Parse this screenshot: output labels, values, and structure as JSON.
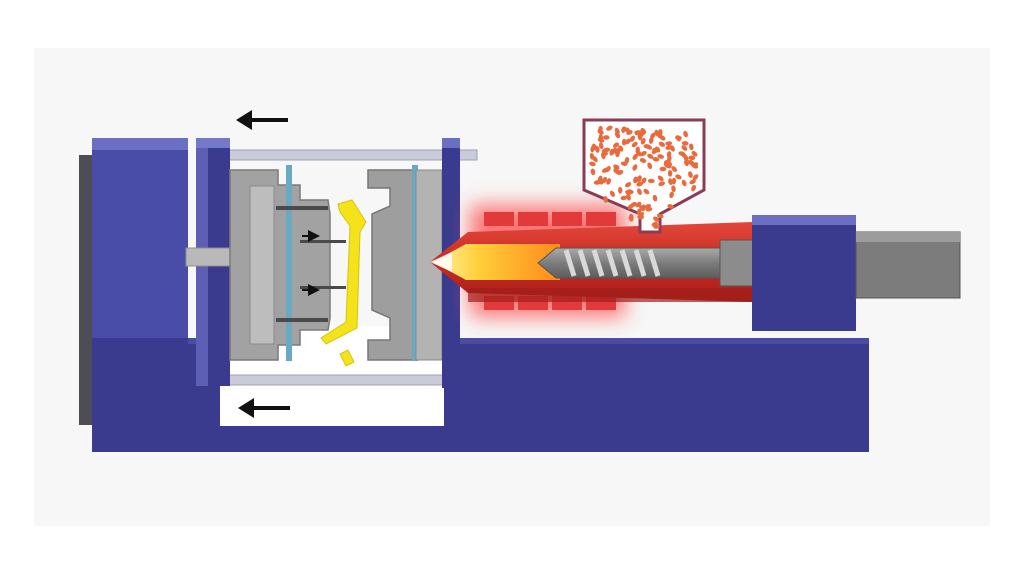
{
  "diagram": {
    "subject": "injection-molding-machine",
    "motion": {
      "upper_arrow_direction": "left",
      "lower_arrow_direction": "left",
      "ejector_pin_arrow_direction": "right"
    },
    "colors": {
      "background": "#ffffff",
      "backdrop": "#f7f7f7",
      "frame_blue": "#3f3f93",
      "frame_blue_light": "#5b5fb0",
      "frame_blue_dark": "#2d2d6f",
      "tie_bar": "#c8cad8",
      "mold_gray": "#9a9a9a",
      "mold_gray_light": "#bdbdbd",
      "mold_gray_dark": "#6e6e6e",
      "ejected_part": "#f4e21a",
      "barrel_red": "#d8342a",
      "barrel_hot": "#ff7a1a",
      "melt_yellow": "#ffd23a",
      "heater_glow": "#ff5a5a",
      "screw_gray": "#8a8a8a",
      "hopper_outline": "#8a3c56",
      "pellets": "#e96a3c",
      "arrow_black": "#111111"
    }
  }
}
